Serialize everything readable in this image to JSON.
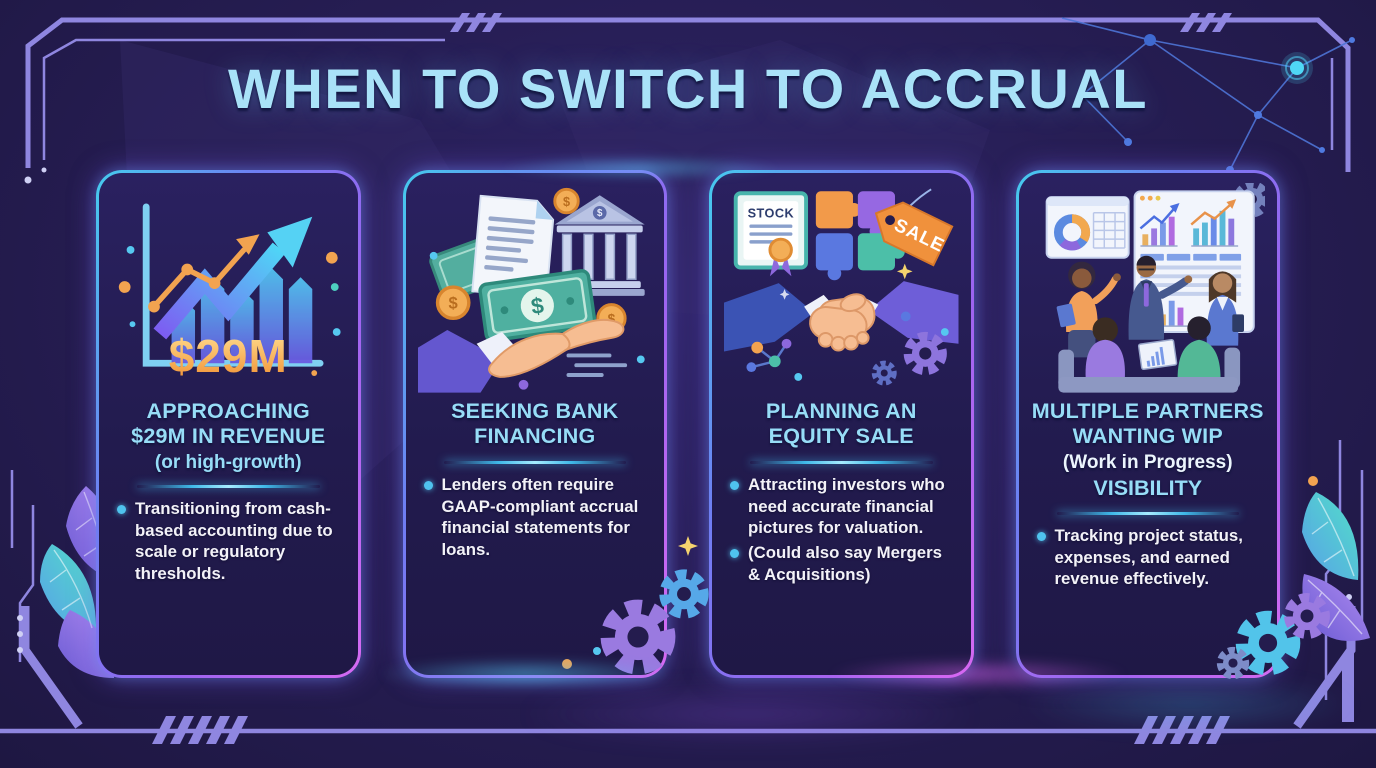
{
  "title": "WHEN TO SWITCH TO ACCRUAL",
  "colors": {
    "background": "#271e55",
    "card_background": "#221b4e",
    "card_border_cyan": "#45ccee",
    "card_border_purple": "#d66af2",
    "heading_cyan": "#97ddf7",
    "body_text": "#f3f2f8",
    "bullet_dot": "#4fc3ee",
    "frame_lavender": "#8f86e0",
    "accent_orange": "#f2a350"
  },
  "cards": [
    {
      "id": "approaching-revenue",
      "illustration": "growth-chart-with-arrow",
      "figure_label": "$29M",
      "heading": "APPROACHING\n$29M IN REVENUE",
      "subheading": "(or high-growth)",
      "bullets": [
        "Transitioning from cash-based accounting due to scale or regulatory thresholds."
      ]
    },
    {
      "id": "bank-financing",
      "illustration": "hand-with-money-documents-bank",
      "heading": "SEEKING BANK\nFINANCING",
      "bullets": [
        "Lenders often require GAAP-compliant accrual financial statements for loans."
      ]
    },
    {
      "id": "equity-sale",
      "illustration": "handshake-stock-puzzle-sale-tag",
      "stock_label": "STOCK",
      "sale_label": "SALE",
      "heading": "PLANNING AN\nEQUITY SALE",
      "bullets": [
        "Attracting investors who need accurate financial pictures for valuation.",
        "(Could also say Mergers & Acquisitions)"
      ]
    },
    {
      "id": "wip-visibility",
      "illustration": "team-reviewing-dashboards",
      "heading": "MULTIPLE PARTNERS\nWANTING WIP",
      "subheading": "(Work in Progress)",
      "heading2": "VISIBILITY",
      "bullets": [
        "Tracking project status, expenses, and earned revenue effectively."
      ]
    }
  ]
}
